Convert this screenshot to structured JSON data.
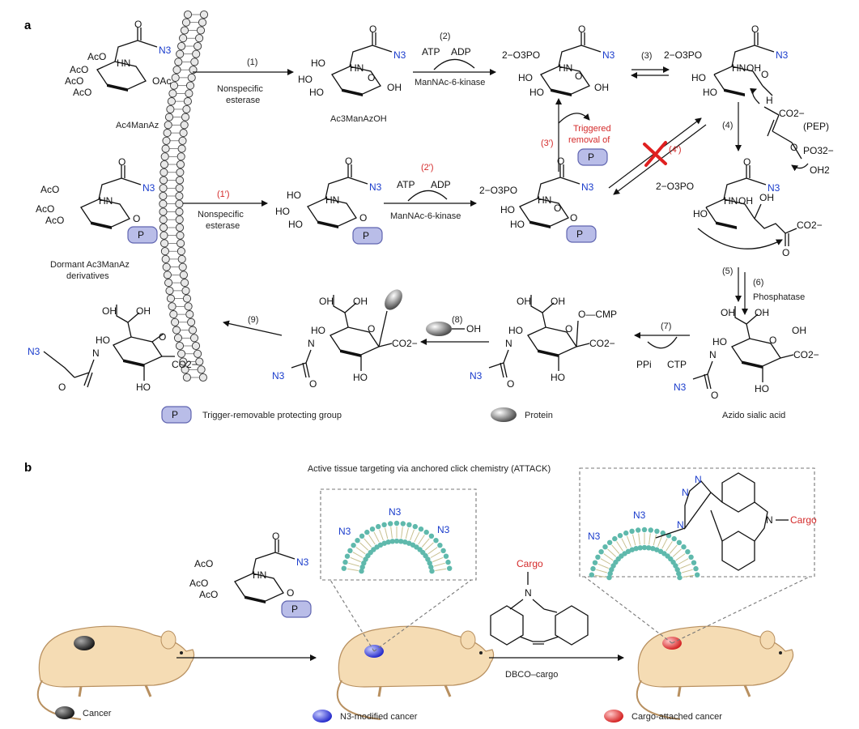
{
  "panels": {
    "a": "a",
    "b": "b"
  },
  "panel_b_title": "Active tissue targeting via anchored click chemistry (ATTACK)",
  "compounds": {
    "ac4manaz": "Ac4ManAz",
    "ac3manazoh": "Ac3ManAzOH",
    "dormant_1": "Dormant Ac3ManAz",
    "dormant_2": "derivatives",
    "azido_sialic": "Azido sialic acid",
    "pep": "(PEP)",
    "ctp": "CTP",
    "ppi": "PPi",
    "cmp": "O—CMP",
    "dbco_cargo": "DBCO–cargo"
  },
  "groups": {
    "n3": "N3",
    "p": "P",
    "aco": "AcO",
    "oac": "OAc",
    "hn": "HN",
    "ho": "HO",
    "oh": "OH",
    "o": "O",
    "n": "N",
    "h": "H",
    "co2": "CO2−",
    "po3": "2−O3PO",
    "po3b": "PO32−",
    "oh2": "OH2",
    "cargo": "Cargo"
  },
  "steps": {
    "s1": "(1)",
    "s1p": "(1′)",
    "s2": "(2)",
    "s2p": "(2′)",
    "s3": "(3)",
    "s3p": "(3′)",
    "s4": "(4)",
    "s4p": "(4′)",
    "s5": "(5)",
    "s6": "(6)",
    "s7": "(7)",
    "s8": "(8)",
    "s9": "(9)"
  },
  "enzymes": {
    "esterase_1": "Nonspecific",
    "esterase_2": "esterase",
    "kinase": "ManNAc-6-kinase",
    "atp": "ATP",
    "adp": "ADP",
    "triggered_1": "Triggered",
    "triggered_2": "removal of",
    "phosphatase": "Phosphatase"
  },
  "legend_a": {
    "protecting_group": "Trigger-removable protecting group",
    "protein": "Protein"
  },
  "legend_b": {
    "cancer": "Cancer",
    "n3_cancer": "N3-modified cancer",
    "cargo_cancer": "Cargo-attached cancer"
  },
  "colors": {
    "azide_blue": "#1a3ccc",
    "label_red": "#d42a2a",
    "protecting_group_fill": "#b9bde8",
    "mouse_fill": "#f5dcb4",
    "membrane_teal": "#5fb9ac"
  }
}
